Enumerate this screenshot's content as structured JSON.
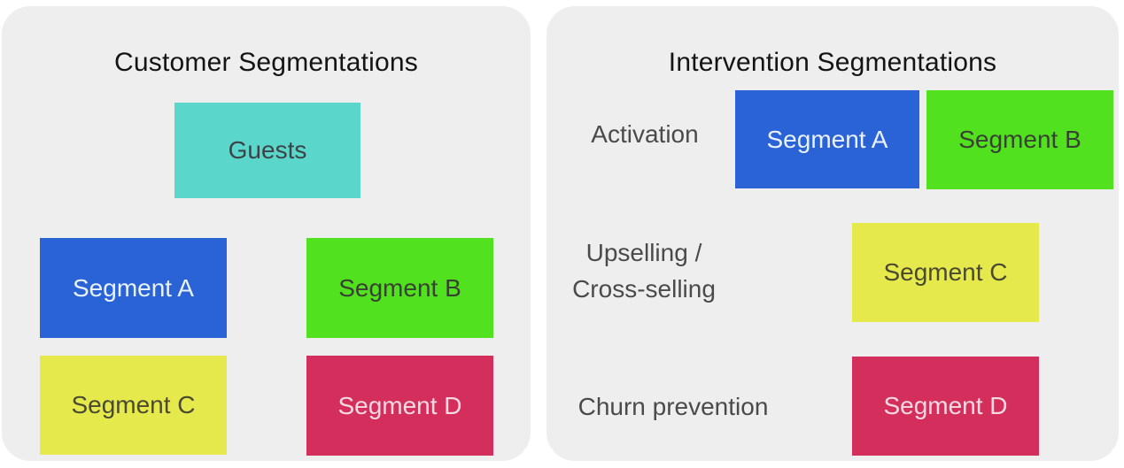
{
  "colors": {
    "page_bg": "#ffffff",
    "panel_bg": "#eeeeee",
    "teal": "#5bd6cb",
    "blue": "#2a63d6",
    "green": "#52e11e",
    "yellow": "#e5e94c",
    "crimson": "#d42e5c",
    "title_text": "#141414",
    "row_label_text": "#4a4a4a",
    "guests_text": "#3d4347",
    "segment_a_text": "#e9f1fc",
    "segment_b_text": "#384233",
    "segment_c_text": "#494a31",
    "segment_d_text": "#f6dae2"
  },
  "left_panel": {
    "title": "Customer Segmentations",
    "boxes": {
      "guests": {
        "label": "Guests"
      },
      "segment_a": {
        "label": "Segment A"
      },
      "segment_b": {
        "label": "Segment B"
      },
      "segment_c": {
        "label": "Segment C"
      },
      "segment_d": {
        "label": "Segment D"
      }
    }
  },
  "right_panel": {
    "title": "Intervention Segmentations",
    "rows": [
      {
        "label": "Activation",
        "boxes": [
          "Segment A",
          "Segment B"
        ]
      },
      {
        "label_line1": "Upselling /",
        "label_line2": "Cross-selling",
        "boxes": [
          "Segment C"
        ]
      },
      {
        "label": "Churn prevention",
        "boxes": [
          "Segment D"
        ]
      }
    ]
  }
}
